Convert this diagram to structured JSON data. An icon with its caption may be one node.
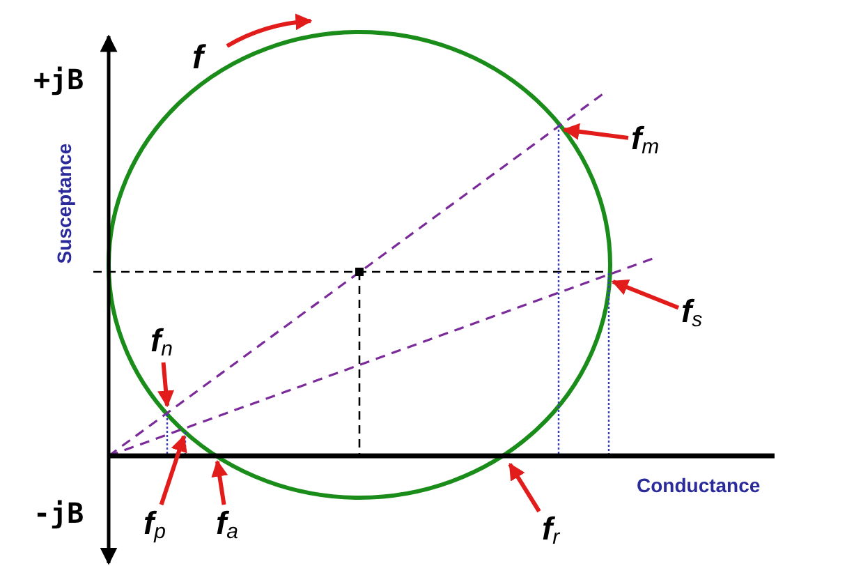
{
  "diagram": {
    "nodes": [
      {
        "text": [
          "**f**$_{m}$"
        ]
      },
      {
        "text": [
          "**f**$_{s}$"
        ]
      },
      {
        "text": [
          "**f**$_{n}$"
        ]
      },
      {
        "text": [
          "**f**$_{p}$"
        ]
      },
      {
        "text": [
          "**f**$_{a}$"
        ]
      },
      {
        "text": [
          "**f**$_{r}$"
        ]
      }
    ],
    "edges": [
      {
        "from": 0,
        "to": null,
        "arrow": "to"
      },
      {
        "from": 1,
        "to": null,
        "arrow": "to"
      },
      {
        "from": 2,
        "to": null,
        "arrow": "to"
      },
      {
        "from": 3,
        "to": null,
        "arrow": "to"
      },
      {
        "from": 4,
        "to": null,
        "arrow": "to"
      },
      {
        "from": 5,
        "to": null,
        "arrow": "to"
      }
    ],
    "labels": [
      "f",
      "+jB",
      "Susceptance",
      "-jB",
      "Conductance"
    ]
  }
}
